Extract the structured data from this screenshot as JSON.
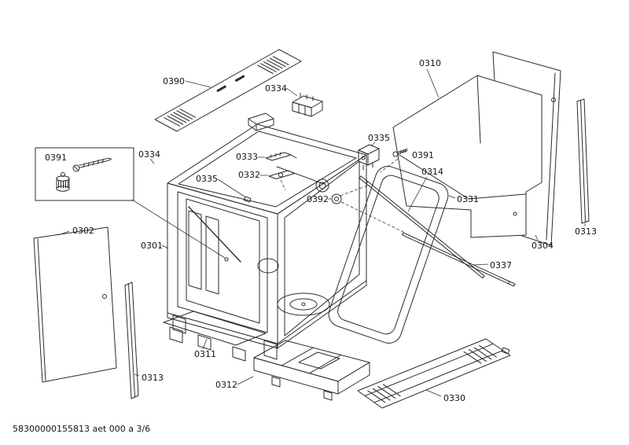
{
  "document": {
    "footer_code": "58300000155813 aet 000 a 3/6"
  },
  "colors": {
    "background": "#ffffff",
    "line": "#2b2b2b",
    "text": "#141414"
  },
  "callouts": {
    "c0390": "0390",
    "c0334_top": "0334",
    "c0310": "0310",
    "c0391_box": "0391",
    "c0334_left": "0334",
    "c0335_top_right": "0335",
    "c0391_screw": "0391",
    "c0333": "0333",
    "c0332": "0332",
    "c0314": "0314",
    "c0331": "0331",
    "c0335_left": "0335",
    "c0392": "0392",
    "c0302": "0302",
    "c0301": "0301",
    "c0313_right": "0313",
    "c0304": "0304",
    "c0337": "0337",
    "c0311": "0311",
    "c0313_left": "0313",
    "c0312": "0312",
    "c0330": "0330"
  }
}
